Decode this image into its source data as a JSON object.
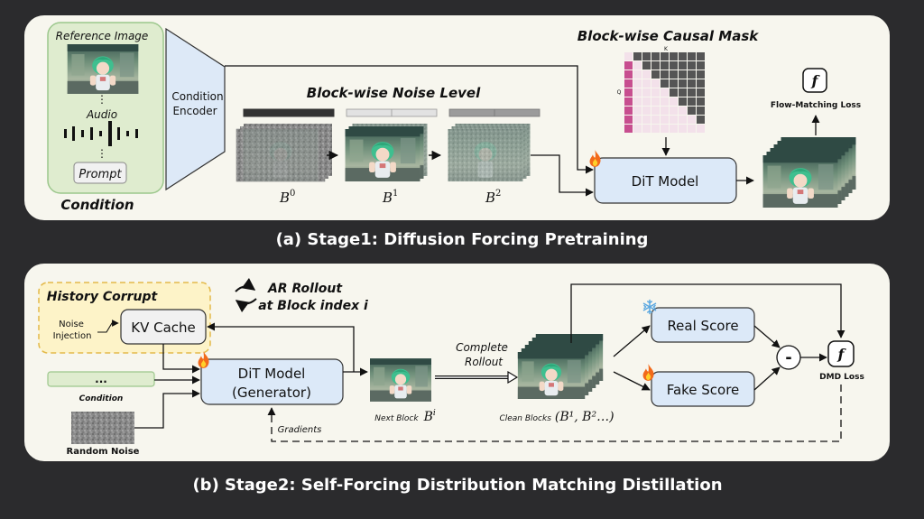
{
  "stage1": {
    "caption": "(a) Stage1: Diffusion Forcing Pretraining",
    "condition": {
      "reference_label": "Reference Image",
      "audio_label": "Audio",
      "prompt_label": "Prompt",
      "box_label": "Condition",
      "dots": "⋮"
    },
    "encoder_label": [
      "Condition",
      "Encoder"
    ],
    "noise_title": "Block-wise Noise Level",
    "blocks": [
      {
        "name": "B",
        "sup": "0"
      },
      {
        "name": "B",
        "sup": "1"
      },
      {
        "name": "B",
        "sup": "2"
      }
    ],
    "mask": {
      "title": "Block-wise Causal Mask",
      "k_label": "K",
      "q_label": "Q",
      "size": 9
    },
    "dit_label": "DiT Model",
    "loss_icon": "f",
    "loss_label": "Flow-Matching Loss"
  },
  "stage2": {
    "caption": "(b) Stage2: Self-Forcing Distribution Matching Distillation",
    "history_label": "History Corrupt",
    "noise_injection": [
      "Noise",
      "Injection"
    ],
    "kv_label": "KV Cache",
    "ar_rollout": [
      "AR Rollout",
      "at Block index i"
    ],
    "condition_dots": "...",
    "condition_label": "Condition",
    "random_noise_label": "Random Noise",
    "generator_label": [
      "DiT Model",
      "(Generator)"
    ],
    "next_block_label": "Next Block",
    "next_block_math": {
      "name": "B",
      "sup": "i"
    },
    "complete_rollout": [
      "Complete",
      "Rollout"
    ],
    "clean_blocks_label": "Clean Blocks",
    "clean_blocks_math": "(B¹, B²…)",
    "real_score": "Real Score",
    "fake_score": "Fake Score",
    "minus": "-",
    "loss_icon": "f",
    "dmd_label": "DMD Loss",
    "gradients_label": "Gradients"
  },
  "colors": {
    "background": "#2b2b2d",
    "panel": "#f7f6ee",
    "condition_green": "#dfeccf",
    "encoder_blue": "#dde9f7",
    "dit_blue": "#dce9f8",
    "history_yellow": "#fdf3c8",
    "mask_dark": "#555555",
    "mask_pink": "#c74e8f",
    "mask_light": "#f3e1ea"
  },
  "icons": [
    "fire-icon",
    "snowflake-icon",
    "cycle-arrows-icon",
    "loss-function-icon"
  ]
}
